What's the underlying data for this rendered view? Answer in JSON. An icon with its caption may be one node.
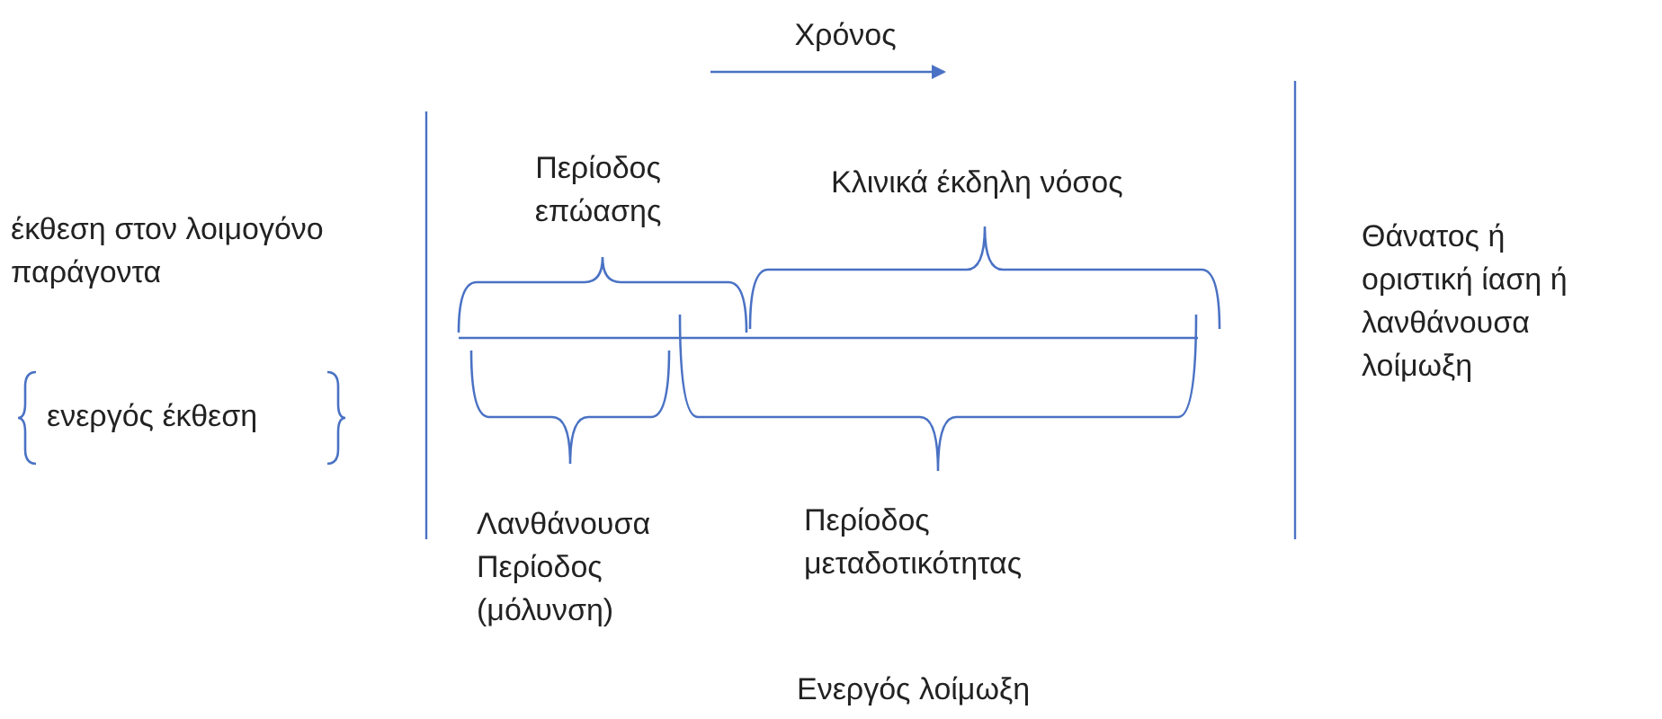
{
  "diagram": {
    "title": "Χρόνος",
    "labels": [
      "έκθεση στον λοιμογόνο παράγοντα",
      "ενεργός έκθεση",
      "Περίοδος επώασης",
      "Κλινικά έκδηλη νόσος",
      "Θάνατος ή οριστική ίαση ή λανθάνουσα λοίμωξη",
      "Λανθάνουσα Περίοδος (μόλυνση)",
      "Περίοδος μεταδοτικότητας",
      "Ενεργός λοίμωξη"
    ]
  }
}
